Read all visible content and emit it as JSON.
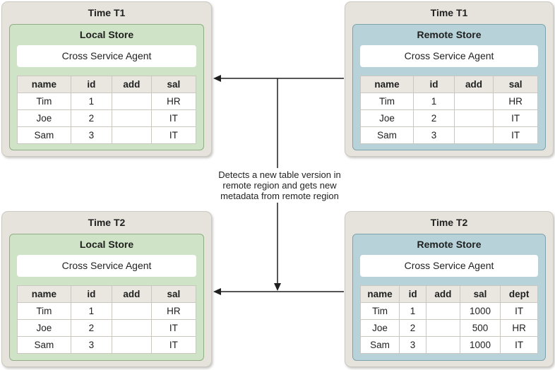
{
  "colors": {
    "panel_bg": "#e5e3db",
    "panel_border": "#cbc9c0",
    "local_fill": "#cfe3c6",
    "local_border": "#8fae83",
    "remote_fill": "#b7d3d9",
    "remote_border": "#7fa3ad",
    "table_header_bg": "#e9e7e0",
    "table_border": "#c9c7bf",
    "arrow_color": "#1f1f1f",
    "text_color": "#1f1f1f"
  },
  "connector": {
    "label_lines": [
      "Detects a new table version in",
      "remote region and gets new",
      "metadata from remote region"
    ]
  },
  "panels": [
    {
      "title": "Time T1",
      "store": "Local Store",
      "agent": "Cross Service Agent",
      "table": {
        "columns": [
          "name",
          "id",
          "add",
          "sal"
        ],
        "rows": [
          [
            "Tim",
            "1",
            "",
            "HR"
          ],
          [
            "Joe",
            "2",
            "",
            "IT"
          ],
          [
            "Sam",
            "3",
            "",
            "IT"
          ]
        ]
      }
    },
    {
      "title": "Time T1",
      "store": "Remote Store",
      "agent": "Cross Service Agent",
      "table": {
        "columns": [
          "name",
          "id",
          "add",
          "sal"
        ],
        "rows": [
          [
            "Tim",
            "1",
            "",
            "HR"
          ],
          [
            "Joe",
            "2",
            "",
            "IT"
          ],
          [
            "Sam",
            "3",
            "",
            "IT"
          ]
        ]
      }
    },
    {
      "title": "Time T2",
      "store": "Local Store",
      "agent": "Cross Service Agent",
      "table": {
        "columns": [
          "name",
          "id",
          "add",
          "sal"
        ],
        "rows": [
          [
            "Tim",
            "1",
            "",
            "HR"
          ],
          [
            "Joe",
            "2",
            "",
            "IT"
          ],
          [
            "Sam",
            "3",
            "",
            "IT"
          ]
        ]
      }
    },
    {
      "title": "Time T2",
      "store": "Remote Store",
      "agent": "Cross Service Agent",
      "table": {
        "columns": [
          "name",
          "id",
          "add",
          "sal",
          "dept"
        ],
        "rows": [
          [
            "Tim",
            "1",
            "",
            "1000",
            "IT"
          ],
          [
            "Joe",
            "2",
            "",
            "500",
            "HR"
          ],
          [
            "Sam",
            "3",
            "",
            "1000",
            "IT"
          ]
        ]
      }
    }
  ]
}
